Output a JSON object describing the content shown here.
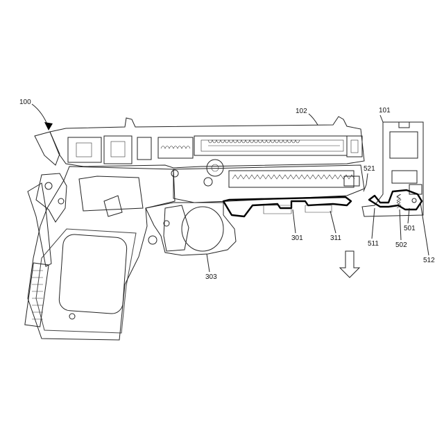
{
  "labels": {
    "l100": "100",
    "l101": "101",
    "l102": "102",
    "l521": "521",
    "l301": "301",
    "l311": "311",
    "l511": "511",
    "l501": "501",
    "l502": "502",
    "l512": "512",
    "l303": "303"
  },
  "colors": {
    "ink": "#222222",
    "hatch": "#555555",
    "background": "#ffffff"
  },
  "icons": {
    "direction_arrow": "down-arrow-icon"
  }
}
